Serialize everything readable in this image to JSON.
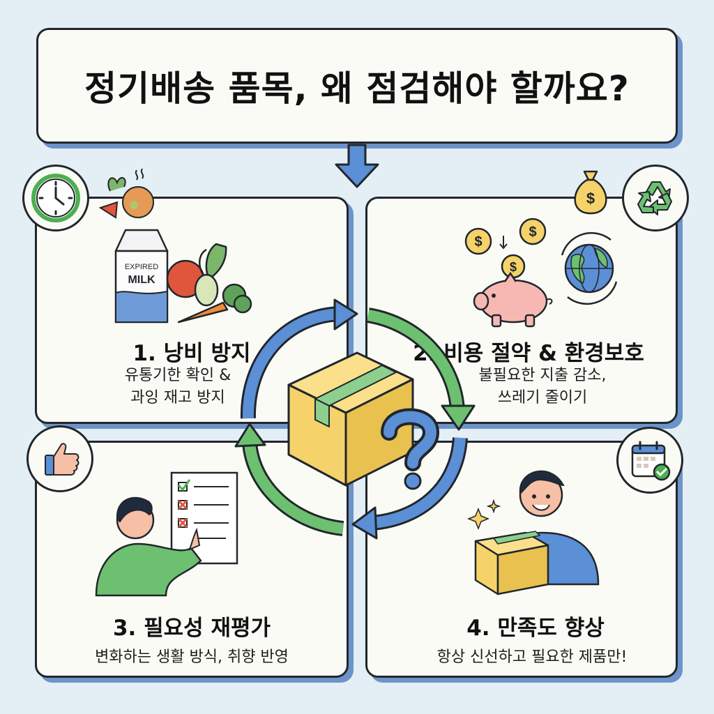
{
  "header": {
    "title": "정기배송 품목, 왜 점검해야 할까요?"
  },
  "cards": [
    {
      "title": "1. 낭비 방지",
      "desc_line1": "유통기한 확인 &",
      "desc_line2": "과잉 재고 방지",
      "milk_label_top": "EXPIRED",
      "milk_label_bottom": "MILK",
      "badge_icon": "clock-icon"
    },
    {
      "title": "2. 비용 절약 & 환경보호",
      "desc_line1": "불필요한 지출 감소,",
      "desc_line2": "쓰레기 줄이기",
      "coin_symbol": "$",
      "badge_icon": "recycle-icon"
    },
    {
      "title": "3. 필요성 재평가",
      "desc_line1": "변화하는 생활 방식, 취향 반영",
      "badge_icon": "thumbs-up-icon"
    },
    {
      "title": "4. 만족도 향상",
      "desc_line1": "항상 신선하고 필요한 제품만!",
      "badge_icon": "calendar-check-icon"
    }
  ],
  "center": {
    "icon": "box-question-icon"
  },
  "colors": {
    "background": "#e3eef5",
    "panel": "#fbfbf6",
    "outline": "#22262b",
    "shadow_blue": "#6c94c9",
    "arrow_blue": "#5b8fd6",
    "arrow_green": "#6cc070",
    "box_yellow": "#f5d36a",
    "tape_green": "#8ccf8e"
  }
}
